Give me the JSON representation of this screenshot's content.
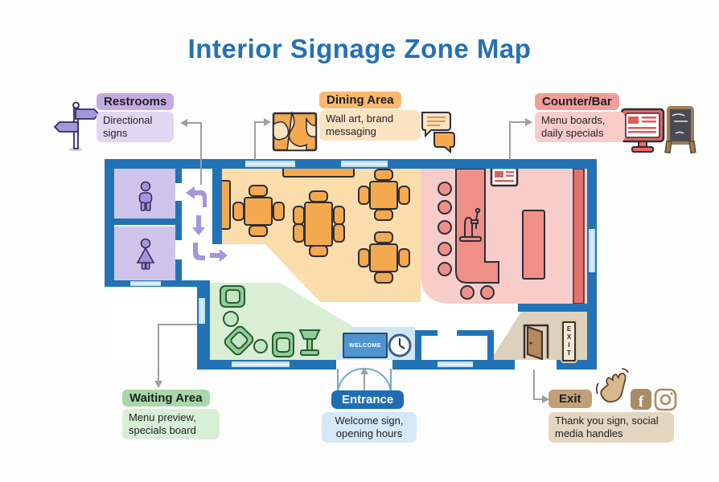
{
  "title": "Interior Signage Zone Map",
  "labels": {
    "restrooms": {
      "header": "Restrooms",
      "body": "Directional signs"
    },
    "dining": {
      "header": "Dining Area",
      "body": "Wall art, brand messaging"
    },
    "counter": {
      "header": "Counter/Bar",
      "body": "Menu boards, daily specials"
    },
    "waiting": {
      "header": "Waiting Area",
      "body": "Menu preview, specials board"
    },
    "entrance": {
      "header": "Entrance",
      "body": "Welcome sign, opening hours"
    },
    "exit": {
      "header": "Exit",
      "body": "Thank you sign, social media handles"
    }
  },
  "floorplan": {
    "welcome_sign": "WELCOME",
    "exit_sign": "EXIT"
  },
  "icons": {
    "facebook_letter": "f",
    "names": [
      "signpost-icon",
      "wall-art-icon",
      "speech-bubbles-icon",
      "menu-screen-icon",
      "chalkboard-icon",
      "waving-hand-icon",
      "facebook-icon",
      "instagram-icon",
      "male-icon",
      "female-icon",
      "clock-icon",
      "door-icon",
      "beer-tap-icon",
      "direction-arrows-icon"
    ]
  },
  "colors": {
    "walls": "#2273b5",
    "window": "#bfe0f3",
    "title": "#2470b6",
    "outline": "#2e2e38",
    "connector": "#9aa0a6",
    "restrooms_zone": "#cfc5ec",
    "restrooms_accent": "#a495dd",
    "dining_zone": "#fbdcab",
    "dining_accent": "#f5a94f",
    "bar_zone": "#f8cdc9",
    "bar_accent": "#ee8f88",
    "bar_dark": "#e4736e",
    "waiting_zone": "#d9eed3",
    "waiting_accent": "#8fcf96",
    "entrance_zone": "#cfe6f7",
    "entrance_accent": "#4f94d0",
    "exit_zone": "#ddd0bc",
    "exit_accent": "#b5875a",
    "restrooms_header": "#c5abe3",
    "restrooms_body": "#e2d7f3",
    "dining_header": "#f6b96e",
    "dining_body": "#fbe3c2",
    "counter_header": "#f29d97",
    "counter_body": "#f8ccc9",
    "waiting_header": "#a8d8a8",
    "waiting_body": "#d7efd6",
    "entrance_header": "#1f6db6",
    "entrance_body": "#d4e8f7",
    "exit_header": "#c0a177",
    "exit_body": "#e3d5c0"
  }
}
